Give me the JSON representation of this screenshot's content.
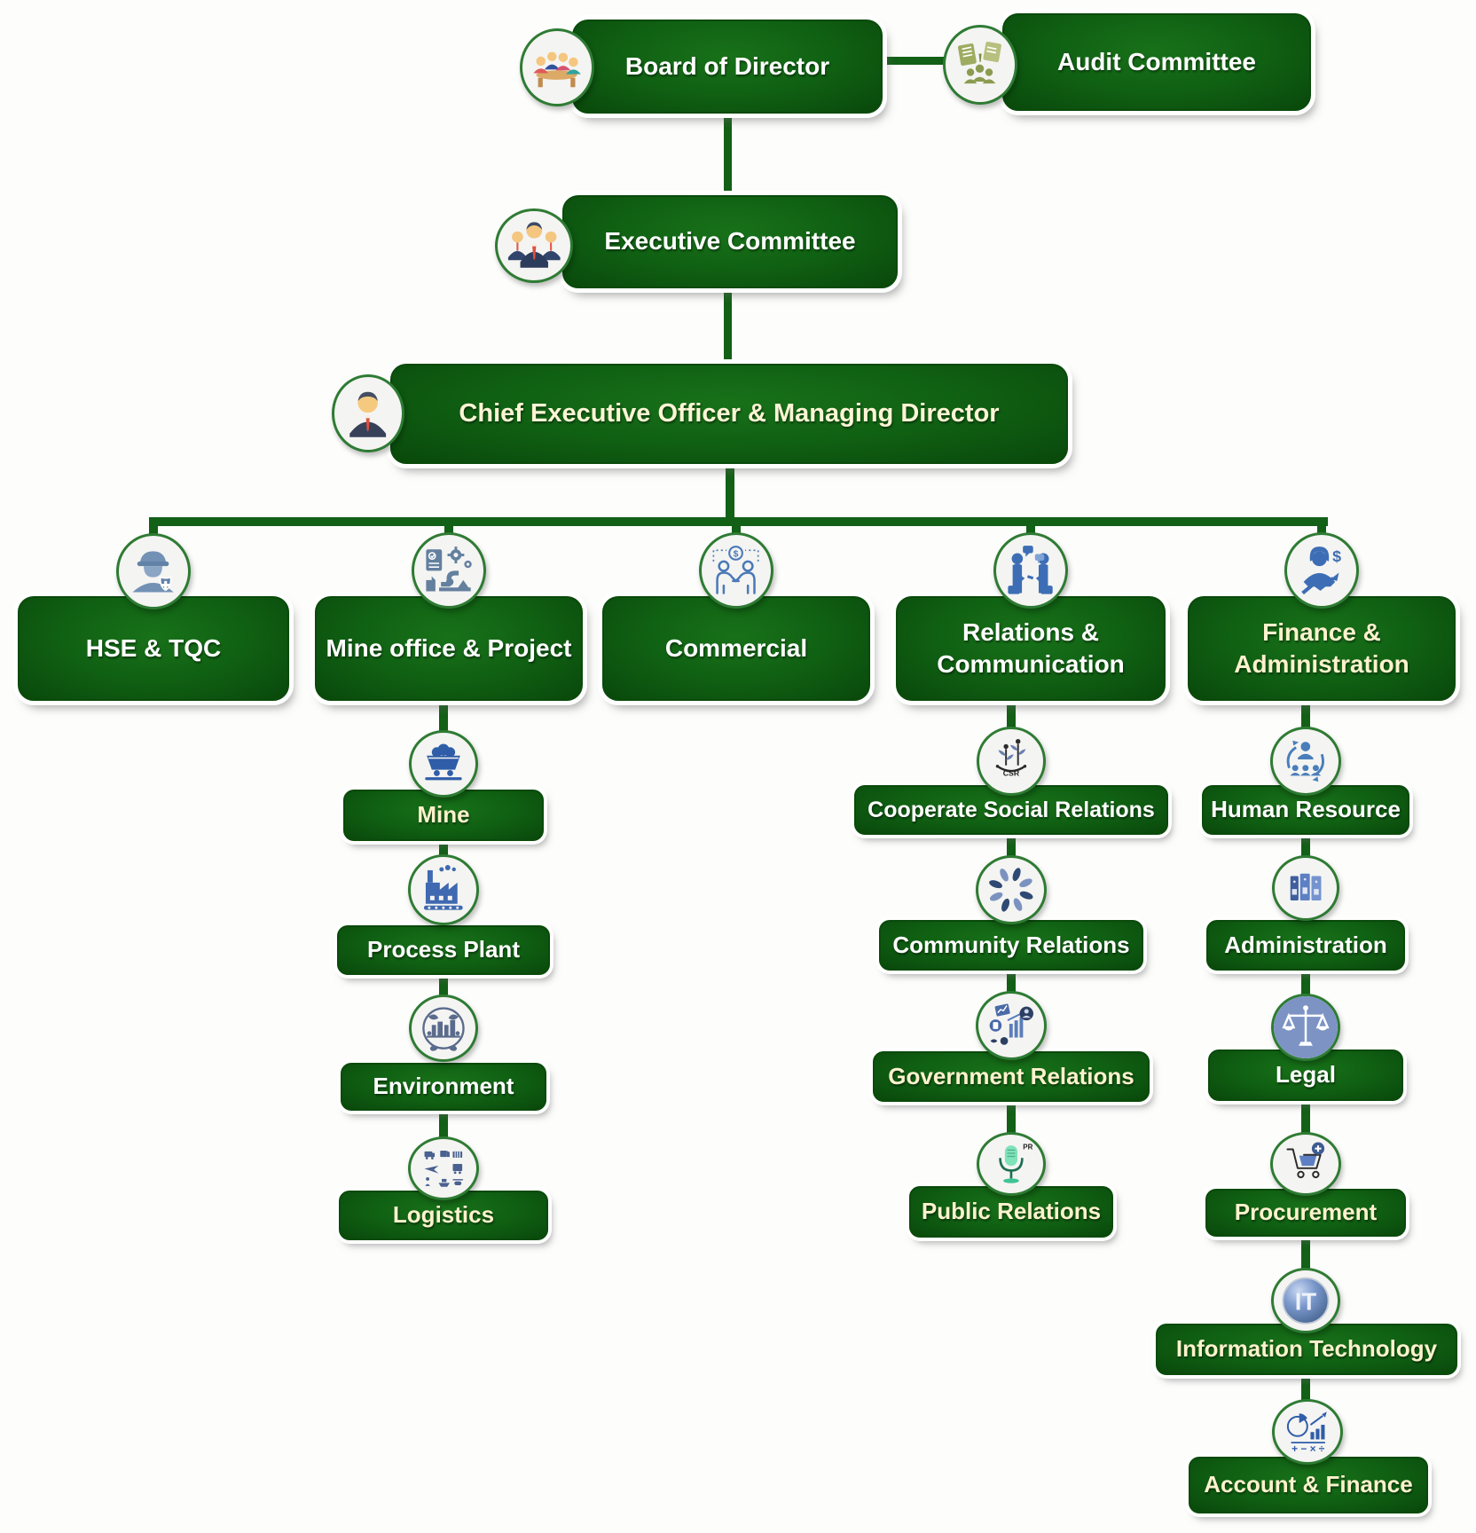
{
  "colors": {
    "box_green_center": "#187119",
    "box_green_edge": "#094708",
    "box_border_green": "#0a4a0b",
    "connector_green": "#136017",
    "badge_background": "#f4f4f2",
    "badge_border_green": "#2e7b33",
    "icon_blue": "#3d6eb5",
    "text_white": "#ffffff",
    "text_cream": "#fdf2cd"
  },
  "nodes": {
    "board": {
      "label": "Board of Director",
      "text_color": "#ffffff",
      "icon": "meeting-icon"
    },
    "audit": {
      "label": "Audit Committee",
      "text_color": "#ffffff",
      "icon": "audit-icon"
    },
    "exec": {
      "label": "Executive Committee",
      "text_color": "#ffffff",
      "icon": "executives-icon"
    },
    "ceo": {
      "label": "Chief Executive Officer & Managing Director",
      "text_color": "#fdf5d5",
      "icon": "ceo-avatar-icon"
    },
    "hse": {
      "label": "HSE & TQC",
      "text_color": "#ffffff",
      "icon": "safety-worker-icon"
    },
    "mine_office": {
      "label": "Mine office & Project",
      "text_color": "#ffffff",
      "icon": "automation-icon"
    },
    "commercial": {
      "label": "Commercial",
      "text_color": "#ffffff",
      "icon": "deal-icon"
    },
    "relations": {
      "label": "Relations & Communication",
      "text_color": "#ffffff",
      "icon": "communication-icon"
    },
    "finance": {
      "label": "Finance & Administration",
      "text_color": "#fdf2cd",
      "icon": "finance-woman-icon"
    },
    "mine": {
      "label": "Mine",
      "text_color": "#fdf2cd",
      "icon": "mine-cart-icon"
    },
    "process_plant": {
      "label": "Process Plant",
      "text_color": "#ffffff",
      "icon": "factory-icon"
    },
    "environment": {
      "label": "Environment",
      "text_color": "#ffffff",
      "icon": "eco-city-icon"
    },
    "logistics": {
      "label": "Logistics",
      "text_color": "#fdf2cd",
      "icon": "logistics-icon"
    },
    "csr": {
      "label": "Cooperate Social Relations",
      "text_color": "#ffffff",
      "icon": "csr-plant-icon"
    },
    "community": {
      "label": "Community Relations",
      "text_color": "#ffffff",
      "icon": "hands-circle-icon"
    },
    "government": {
      "label": "Government Relations",
      "text_color": "#fdf2cd",
      "icon": "government-relations-icon"
    },
    "public_rel": {
      "label": "Public Relations",
      "text_color": "#fdf2cd",
      "icon": "pr-microphone-icon"
    },
    "hr": {
      "label": "Human Resource",
      "text_color": "#ffffff",
      "icon": "hr-cycle-icon"
    },
    "administration": {
      "label": "Administration",
      "text_color": "#ffffff",
      "icon": "binders-icon"
    },
    "legal": {
      "label": "Legal",
      "text_color": "#ffffff",
      "icon": "legal-scales-icon"
    },
    "procurement": {
      "label": "Procurement",
      "text_color": "#fdf2cd",
      "icon": "cart-plus-icon"
    },
    "it": {
      "label": "Information Technology",
      "text_color": "#fdf2cd",
      "icon": "it-sphere-icon"
    },
    "account": {
      "label": "Account & Finance",
      "text_color": "#fdf2cd",
      "icon": "calc-charts-icon"
    }
  },
  "icon_labels": {
    "csr": "CSR",
    "pr": "PR",
    "it": "IT",
    "math": "+ − × ÷",
    "dollar": "$"
  }
}
